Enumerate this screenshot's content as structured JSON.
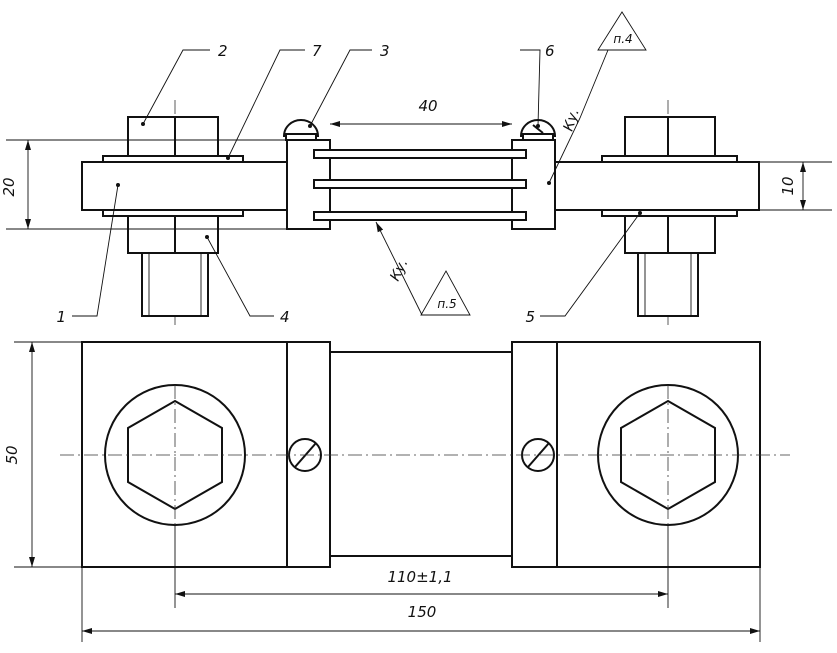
{
  "callouts": {
    "c1": "1",
    "c2": "2",
    "c3": "3",
    "c4": "4",
    "c5": "5",
    "c6": "6",
    "c7": "7"
  },
  "dimensions": {
    "gap": "40",
    "height_left": "20",
    "height_right": "10",
    "width": "50",
    "center_distance": "110±1,1",
    "overall_length": "150"
  },
  "marks": {
    "ku_upper": "Ку.",
    "ku_lower": "Ку.",
    "note_upper": "п.4",
    "note_lower": "п.5"
  }
}
